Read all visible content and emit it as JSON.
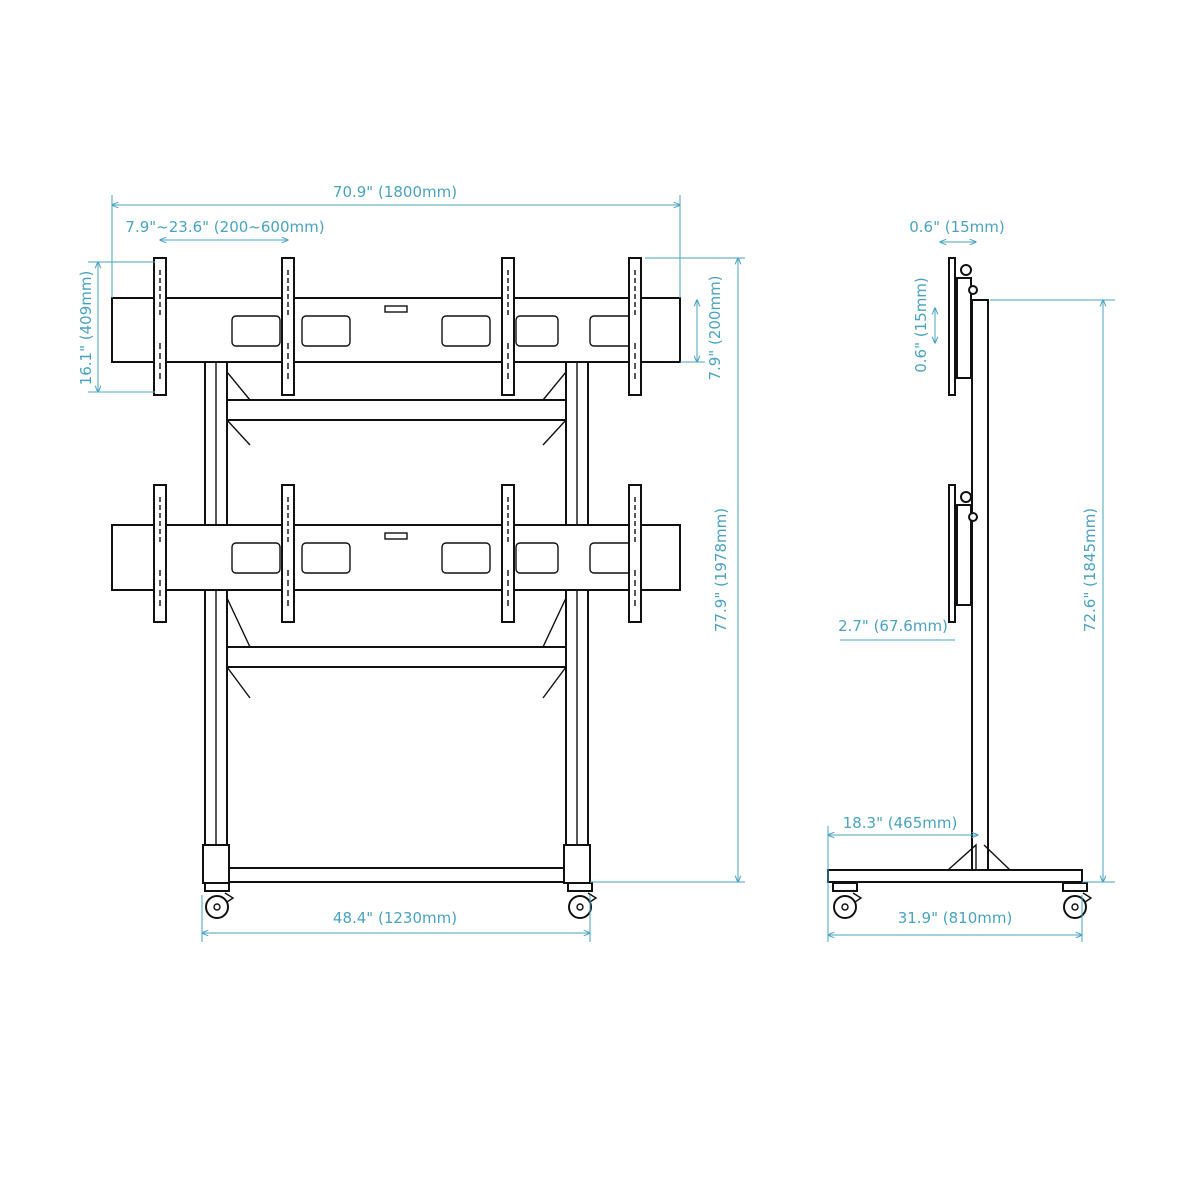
{
  "title": "Mobile video wall stand dimension drawing",
  "dimensions": {
    "overall_width": "70.9\" (1800mm)",
    "bracket_spacing": "7.9\"~23.6\" (200~600mm)",
    "bracket_height": "16.1\" (409mm)",
    "rail_height": "7.9\" (200mm)",
    "overall_height": "77.9\" (1978mm)",
    "base_width": "48.4\" (1230mm)",
    "side_bracket_depth": "0.6\" (15mm)",
    "side_vertical_adjust": "0.6\" (15mm)",
    "side_profile_depth": "2.7\" (67.6mm)",
    "side_pole_height": "72.6\" (1845mm)",
    "side_offset": "18.3\" (465mm)",
    "side_base_depth": "31.9\" (810mm)"
  },
  "colors": {
    "dimension": "#4aa3c2",
    "outline": "#111111"
  }
}
